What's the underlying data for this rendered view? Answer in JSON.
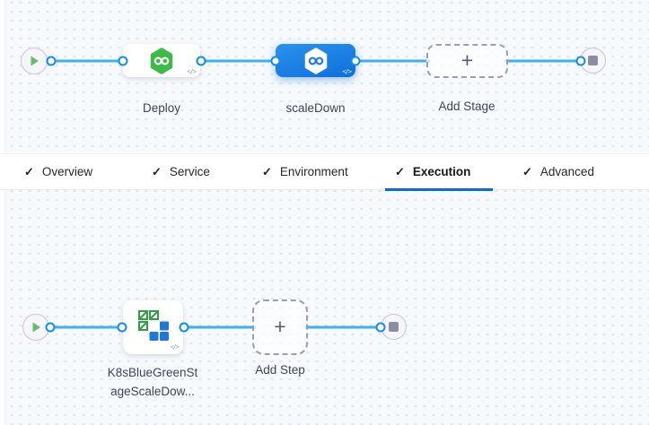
{
  "colors": {
    "accent_blue": "#0b6bd2",
    "selected_node_blue": "#1373d9",
    "connector_blue": "#3db0f2",
    "deploy_green": "#3dbb49",
    "k8s_green": "#2f9e44",
    "k8s_blue": "#2178d4"
  },
  "stage_pipeline": {
    "stages": [
      {
        "label": "Deploy",
        "selected": false
      },
      {
        "label": "scaleDown",
        "selected": true
      }
    ],
    "add_stage_label": "Add Stage"
  },
  "tabs": [
    {
      "label": "Overview",
      "checked": true,
      "active": false
    },
    {
      "label": "Service",
      "checked": true,
      "active": false
    },
    {
      "label": "Environment",
      "checked": true,
      "active": false
    },
    {
      "label": "Execution",
      "checked": true,
      "active": true
    },
    {
      "label": "Advanced",
      "checked": true,
      "active": false
    }
  ],
  "execution": {
    "step_label_line1": "K8sBlueGreenSt",
    "step_label_line2": "ageScaleDow...",
    "add_step_label": "Add Step"
  },
  "glyphs": {
    "check": "✓",
    "plus": "+",
    "code": "</>"
  }
}
